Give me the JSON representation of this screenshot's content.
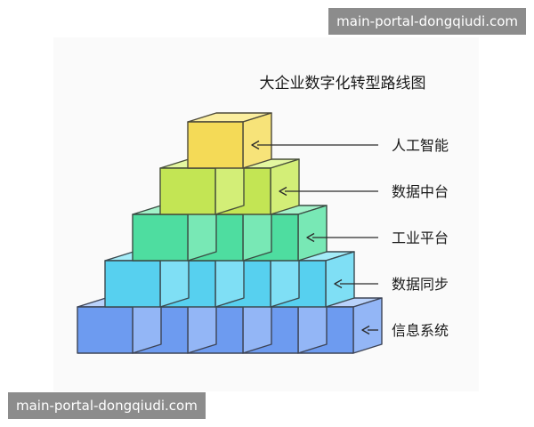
{
  "watermark": {
    "top": "main-portal-dongqiudi.com",
    "bottom": "main-portal-dongqiudi.com"
  },
  "diagram": {
    "title": "大企业数字化转型路线图",
    "tiers": [
      {
        "label": "人工智能",
        "cubes": 1,
        "colors": {
          "top": "#fbee9f",
          "left": "#f4da57",
          "right": "#f7e379",
          "edge": "#4d4a3a"
        }
      },
      {
        "label": "数据中台",
        "cubes": 2,
        "colors": {
          "top": "#e4f7a0",
          "left": "#c3e554",
          "right": "#d3ee77",
          "edge": "#48503a"
        }
      },
      {
        "label": "工业平台",
        "cubes": 3,
        "colors": {
          "top": "#a2f2c9",
          "left": "#4edda0",
          "right": "#78e8b5",
          "edge": "#3b4d44"
        }
      },
      {
        "label": "数据同步",
        "cubes": 4,
        "colors": {
          "top": "#a4ecf8",
          "left": "#57d0ef",
          "right": "#7fdff5",
          "edge": "#3b4a50"
        }
      },
      {
        "label": "信息系统",
        "cubes": 5,
        "colors": {
          "top": "#b9d2fb",
          "left": "#6d9bf0",
          "right": "#93b6f6",
          "edge": "#3d4456"
        }
      }
    ]
  }
}
